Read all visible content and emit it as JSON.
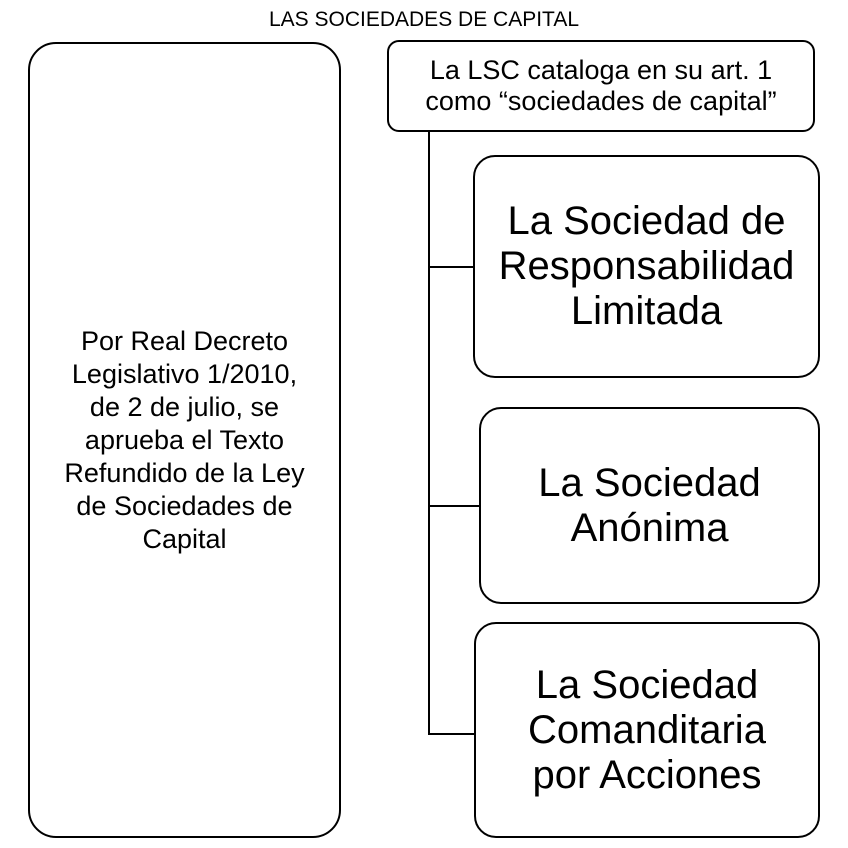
{
  "title": "LAS SOCIEDADES DE CAPITAL",
  "intro_box": {
    "text": "Por Real Decreto\nLegislativo 1/2010,\nde 2 de julio, se\naprueba el Texto\nRefundido de la Ley\nde Sociedades de\nCapital"
  },
  "header_box": {
    "text": "La LSC cataloga en su art. 1\ncomo “sociedades de capital”"
  },
  "types": [
    {
      "label": "La Sociedad de\nResponsabilidad\nLimitada"
    },
    {
      "label": "La Sociedad\nAnónima"
    },
    {
      "label": "La Sociedad\nComanditaria\npor Acciones"
    }
  ],
  "colors": {
    "background": "#ffffff",
    "border": "#000000",
    "text": "#000000"
  }
}
